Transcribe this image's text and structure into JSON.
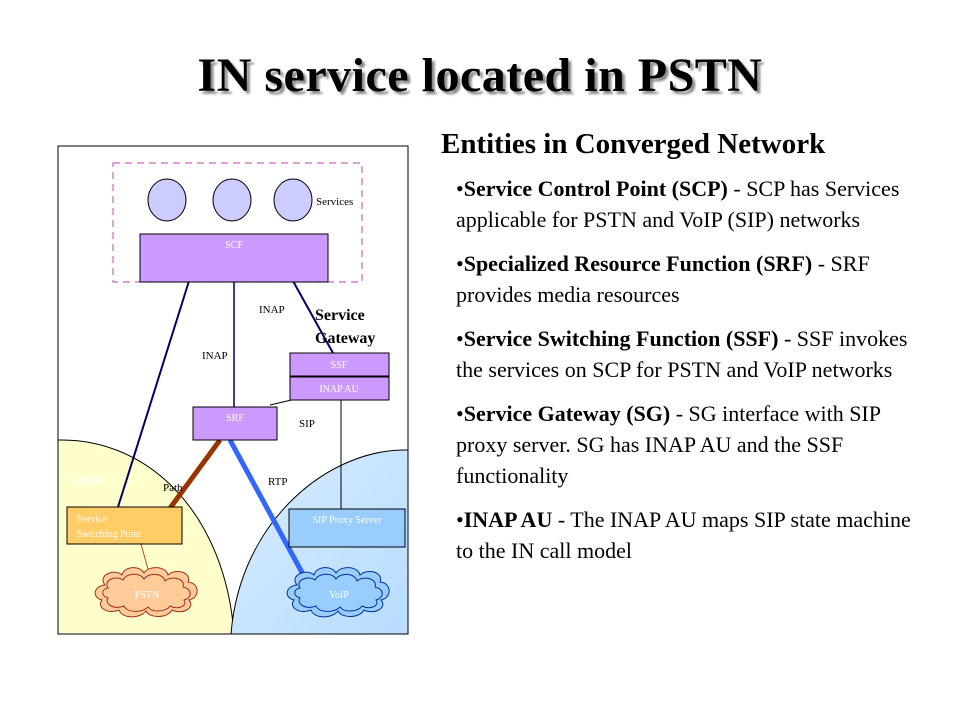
{
  "title": "IN service located in PSTN",
  "subtitle": "Entities in Converged Network",
  "bullets": [
    {
      "head": "Service Control Point (SCP)",
      "body": " - SCP has Services applicable for PSTN and VoIP (SIP) networks"
    },
    {
      "head": "Specialized Resource Function (SRF)",
      "body": " - SRF provides media resources"
    },
    {
      "head": "Service Switching Function (SSF)",
      "body": " - SSF invokes the services on SCP for PSTN and VoIP networks"
    },
    {
      "head": "Service Gateway (SG)",
      "body": " - SG interface with SIP proxy server. SG has INAP AU and the SSF functionality"
    },
    {
      "head": "INAP AU",
      "body": " - The INAP AU maps SIP state machine to the IN call model"
    }
  ],
  "diagram": {
    "services_label": "Services",
    "scf_label": "SCF",
    "service_gateway_label": "Service\nGateway",
    "ssf_label": "SSF",
    "inap_au_label": "INAP AU",
    "srf_label": "SRF",
    "inap_label_1": "INAP",
    "inap_label_2": "INAP",
    "inap_label_3": "INAP",
    "sip_label": "SIP",
    "rtp_label": "RTP",
    "path_label": "Path",
    "ssp_label": "Service\nSwitching Point",
    "sip_proxy_label": "SIP Proxy Server",
    "pstn_label": "PSTN",
    "voip_label": "VoIP",
    "colors": {
      "box_fill": "#cc99ff",
      "services_fill": "#ccccff",
      "pstn_region": "#ffffcc",
      "voip_region": "#cce6ff",
      "ssp_fill": "#ffcc66",
      "proxy_fill": "#99ccff",
      "link_navy": "#000066",
      "path_brown": "#993300",
      "rtp_blue": "#3366ff"
    }
  }
}
